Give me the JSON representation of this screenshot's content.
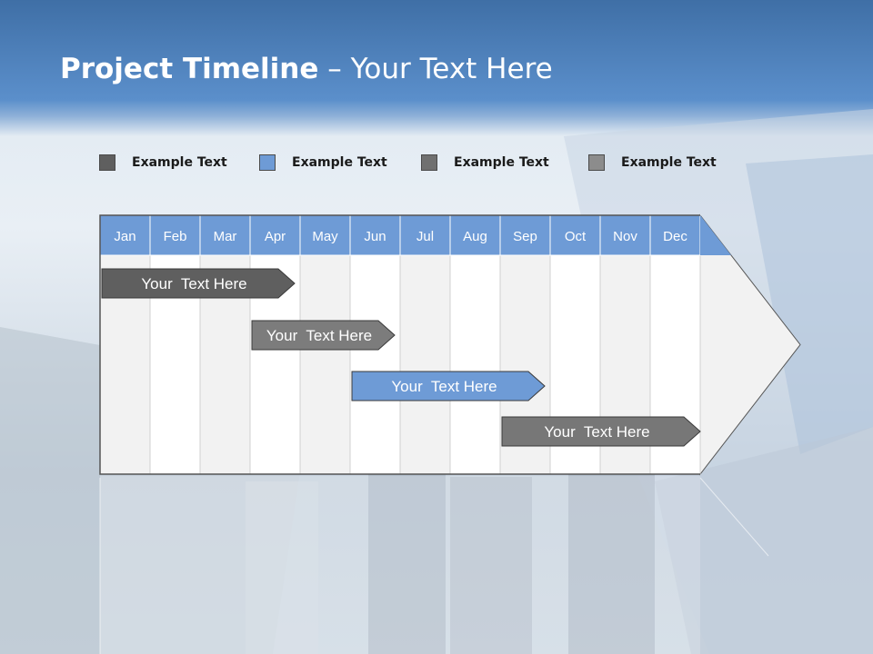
{
  "slide": {
    "title_bold": "Project Timeline",
    "title_rest": " – Your Text Here"
  },
  "legend": [
    {
      "label": "Example Text",
      "color": "#5f5f5f"
    },
    {
      "label": "Example Text",
      "color": "#6e9bd6"
    },
    {
      "label": "Example Text",
      "color": "#707070"
    },
    {
      "label": "Example Text",
      "color": "#8c8c8c"
    }
  ],
  "timeline": {
    "months": [
      "Jan",
      "Feb",
      "Mar",
      "Apr",
      "May",
      "Jun",
      "Jul",
      "Aug",
      "Sep",
      "Oct",
      "Nov",
      "Dec"
    ],
    "header_color": "#6e9bd6",
    "bars": [
      {
        "label": "Your  Text Here",
        "start": "Jan",
        "end": "Apr",
        "color": "#5f5f5f"
      },
      {
        "label": "Your  Text Here",
        "start": "Apr",
        "end": "Jun",
        "color": "#7c7c7c"
      },
      {
        "label": "Your  Text Here",
        "start": "Jun",
        "end": "Sep",
        "color": "#6e9bd6"
      },
      {
        "label": "Your  Text Here",
        "start": "Sep",
        "end": "Dec",
        "color": "#777777"
      }
    ]
  }
}
